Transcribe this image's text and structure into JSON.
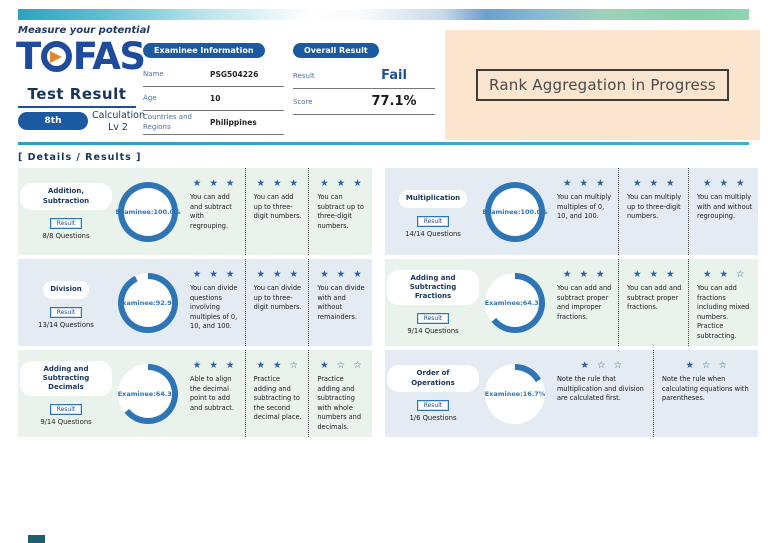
{
  "header": {
    "tagline": "Measure your potential",
    "logo_left": "T",
    "logo_right": "FAS",
    "subtitle": "Test Result",
    "grade_badge": "8th",
    "level_line1": "Calculation",
    "level_line2": "Lv 2"
  },
  "examinee": {
    "title": "Examinee Information",
    "rows": [
      {
        "label": "Name",
        "value": "PSG504226"
      },
      {
        "label": "Age",
        "value": "10"
      },
      {
        "label": "Countries and Regions",
        "value": "Philippines"
      }
    ]
  },
  "overall": {
    "title": "Overall Result",
    "result_label": "Result",
    "result_value": "Fail",
    "score_label": "Score",
    "score_value": "77.1%"
  },
  "rank_notice": "Rank Aggregation in Progress",
  "details_heading": "[ Details / Results ]",
  "colors": {
    "navy": "#17365d",
    "pill_bg": "#1b5aa0",
    "donut_blue": "#2e75b6",
    "star_blue": "#2e5fa3",
    "card_green": "#e9f3ec",
    "card_blue": "#e4ebf2",
    "panel_orange": "#fce5cf",
    "divider_teal": "#2fa3c4"
  },
  "cards": [
    {
      "title": "Addition, Subtraction",
      "result_label": "Result",
      "questions": "8/8 Questions",
      "examinee_pct_label": "Examinee:100.0%",
      "pct": 100.0,
      "bg": "green",
      "columns": [
        {
          "stars": 3,
          "total": 3,
          "text": "You can add and subtract with regrouping."
        },
        {
          "stars": 3,
          "total": 3,
          "text": "You can add up to three-digit numbers."
        },
        {
          "stars": 3,
          "total": 3,
          "text": "You can subtract up to three-digit numbers."
        }
      ]
    },
    {
      "title": "Multiplication",
      "result_label": "Result",
      "questions": "14/14 Questions",
      "examinee_pct_label": "Examinee:100.0%",
      "pct": 100.0,
      "bg": "blue",
      "columns": [
        {
          "stars": 3,
          "total": 3,
          "text": "You can multiply multiples of 0, 10, and 100."
        },
        {
          "stars": 3,
          "total": 3,
          "text": "You can multiply up to three-digit numbers."
        },
        {
          "stars": 3,
          "total": 3,
          "text": "You can multiply with and without regrouping."
        }
      ]
    },
    {
      "title": "Division",
      "result_label": "Result",
      "questions": "13/14 Questions",
      "examinee_pct_label": "Examinee:92.9%",
      "pct": 92.9,
      "bg": "blue",
      "columns": [
        {
          "stars": 3,
          "total": 3,
          "text": "You can divide questions involving multiples of 0, 10, and 100."
        },
        {
          "stars": 3,
          "total": 3,
          "text": "You can divide up to three-digit numbers."
        },
        {
          "stars": 3,
          "total": 3,
          "text": "You can divide with and without remainders."
        }
      ]
    },
    {
      "title": "Adding and Subtracting Fractions",
      "result_label": "Result",
      "questions": "9/14 Questions",
      "examinee_pct_label": "Examinee:64.3%",
      "pct": 64.3,
      "bg": "green",
      "columns": [
        {
          "stars": 3,
          "total": 3,
          "text": "You can add and subtract proper and improper fractions."
        },
        {
          "stars": 3,
          "total": 3,
          "text": "You can add and subtract proper fractions."
        },
        {
          "stars": 2,
          "total": 3,
          "text": "You can add fractions including mixed numbers. Practice subtracting."
        }
      ]
    },
    {
      "title": "Adding and Subtracting Decimals",
      "result_label": "Result",
      "questions": "9/14 Questions",
      "examinee_pct_label": "Examinee:64.3%",
      "pct": 64.3,
      "bg": "green",
      "columns": [
        {
          "stars": 3,
          "total": 3,
          "text": "Able to align the decimal point to add and subtract."
        },
        {
          "stars": 2,
          "total": 3,
          "text": "Practice adding and subtracting to the second decimal place."
        },
        {
          "stars": 1,
          "total": 3,
          "text": "Practice adding and subtracting with whole numbers and decimals."
        }
      ]
    },
    {
      "title": "Order of Operations",
      "result_label": "Result",
      "questions": "1/6 Questions",
      "examinee_pct_label": "Examinee:16.7%",
      "pct": 16.7,
      "bg": "blue",
      "columns": [
        {
          "stars": 1,
          "total": 3,
          "text": "Note the rule that multiplication and division are calculated first."
        },
        {
          "stars": 1,
          "total": 3,
          "text": "Note the rule when calculating equations with parentheses."
        }
      ]
    }
  ]
}
